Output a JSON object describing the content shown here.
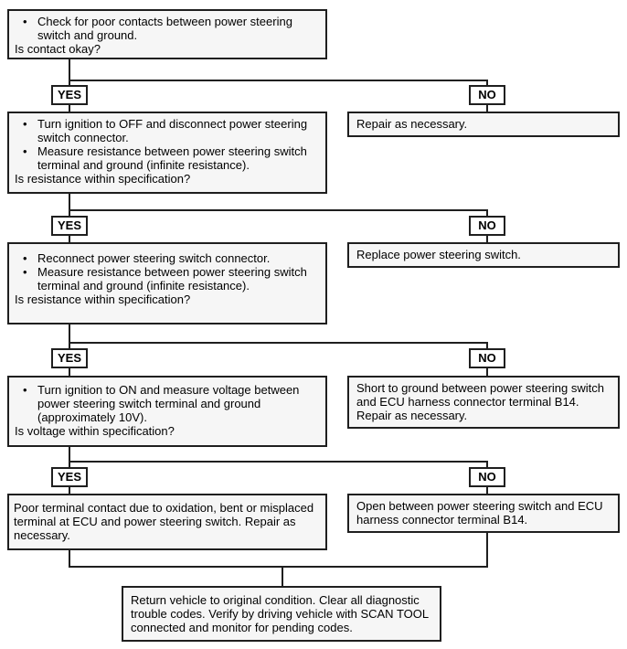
{
  "labels": {
    "yes": "YES",
    "no": "NO"
  },
  "colors": {
    "border": "#1f1f1f",
    "box_fill": "#f6f6f6",
    "background": "#ffffff",
    "text": "#000000"
  },
  "steps": {
    "step1": {
      "bullets": [
        "Check for poor contacts between power steering switch and ground."
      ],
      "question": "Is contact okay?",
      "no_action": "Repair as necessary."
    },
    "step2": {
      "bullets": [
        "Turn ignition to OFF and disconnect power steering switch connector.",
        "Measure resistance between power steering switch terminal and ground (infinite resistance)."
      ],
      "question": "Is resistance within specification?",
      "no_action": "Replace power steering switch."
    },
    "step3": {
      "bullets": [
        "Reconnect power steering switch connector.",
        "Measure resistance between power steering switch terminal and ground (infinite resistance)."
      ],
      "question": "Is resistance within specification?",
      "no_action": "Short to ground between power steering switch and ECU harness connector terminal B14. Repair as necessary."
    },
    "step4": {
      "bullets": [
        "Turn ignition to ON and measure voltage between power steering switch terminal and ground (approximately 10V)."
      ],
      "question": "Is voltage within specification?",
      "no_action": "Open between power steering switch and ECU harness connector terminal B14."
    },
    "yes_result": "Poor terminal contact due to oxidation, bent or misplaced terminal at ECU and power steering switch. Repair as necessary.",
    "final": "Return vehicle to original condition. Clear all diagnostic trouble codes. Verify by driving vehicle with SCAN TOOL connected and monitor for pending codes."
  }
}
